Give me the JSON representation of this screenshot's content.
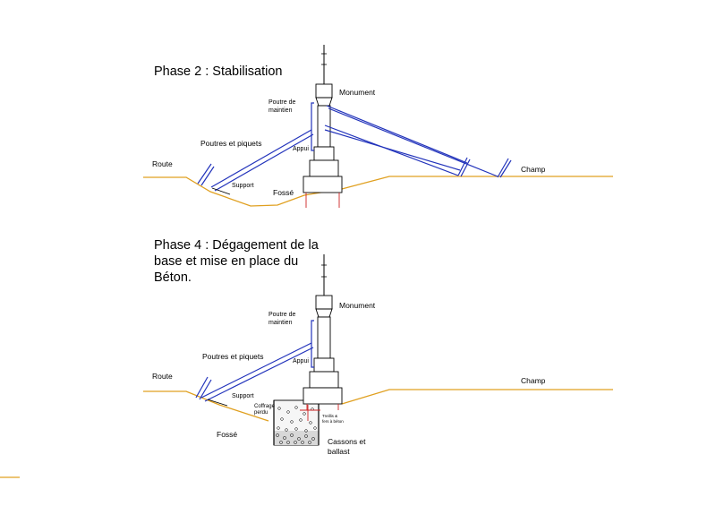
{
  "phase2": {
    "title": "Phase 2 : Stabilisation",
    "labels": {
      "monument": "Monument",
      "poutre_line1": "Poutre de",
      "poutre_line2": "maintien",
      "poutres_piquets": "Poutres et piquets",
      "appui": "Appui",
      "route": "Route",
      "support": "Support",
      "fosse": "Fossé",
      "champ": "Champ"
    }
  },
  "phase4": {
    "title_line1": "Phase 4 : Dégagement de la",
    "title_line2": "base et mise en place du",
    "title_line3": "Béton.",
    "labels": {
      "monument": "Monument",
      "poutre_line1": "Poutre de",
      "poutre_line2": "maintien",
      "poutres_piquets": "Poutres et piquets",
      "appui": "Appui",
      "route": "Route",
      "support": "Support",
      "coffrage_line1": "Coffrage",
      "coffrage_line2": "perdu",
      "treillis_line1": "Treillis &",
      "treillis_line2": "fers à béton",
      "cassons_line1": "Cassons et",
      "cassons_line2": "ballast",
      "fosse": "Fossé",
      "champ": "Champ"
    }
  },
  "colors": {
    "ground": "#e0a020",
    "beams": "#2233bb",
    "rebar": "#cc2222",
    "outline": "#000000"
  }
}
